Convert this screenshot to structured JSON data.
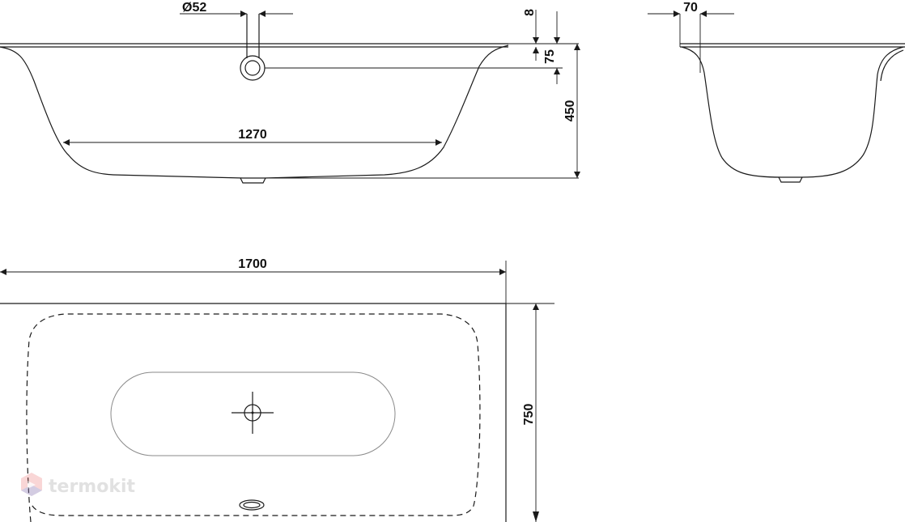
{
  "dimensions": {
    "overflow_diameter": "Ø52",
    "rim_thickness": "8",
    "overflow_offset": "75",
    "height": "450",
    "inner_bottom_length": "1270",
    "side_rim_width": "70",
    "total_length": "1700",
    "total_width": "750"
  },
  "watermark": {
    "text": "termokit",
    "logo_colors": [
      "#e65a5a",
      "#5a8ce6"
    ]
  }
}
